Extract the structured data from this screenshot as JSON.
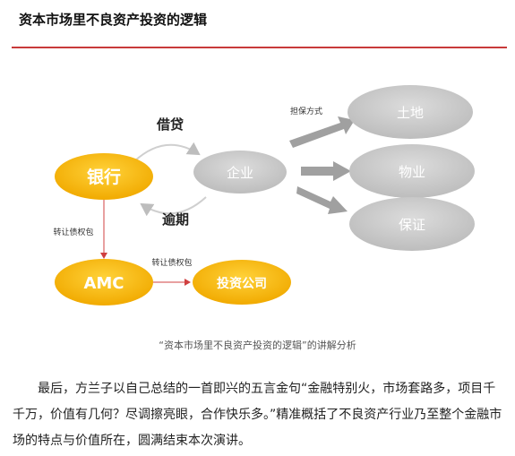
{
  "header": {
    "title": "资本市场里不良资产投资的逻辑"
  },
  "diagram": {
    "nodes": {
      "bank": "银行",
      "enterprise": "企业",
      "amc": "AMC",
      "investment": "投资公司",
      "land": "土地",
      "property": "物业",
      "guarantee": "保证"
    },
    "labels": {
      "borrow": "借贷",
      "overdue": "逾期",
      "collateral": "担保方式",
      "transfer1": "转让债权包",
      "transfer2": "转让债权包"
    }
  },
  "caption": "“资本市场里不良资产投资的逻辑”的讲解分析",
  "paragraph": "最后，方兰子以自己总结的一首即兴的五言金句“金融特别火，市场套路多，项目千千万，价值有几何？尽调擦亮眼，合作快乐多。”精准概括了不良资产行业乃至整个金融市场的特点与价值所在，圆满结束本次演讲。",
  "colors": {
    "accent_red": "#c83a3a",
    "yellow": "#f4b400",
    "gray_node": "#c9c9c9",
    "gray_arrow": "#9a9a9a"
  }
}
